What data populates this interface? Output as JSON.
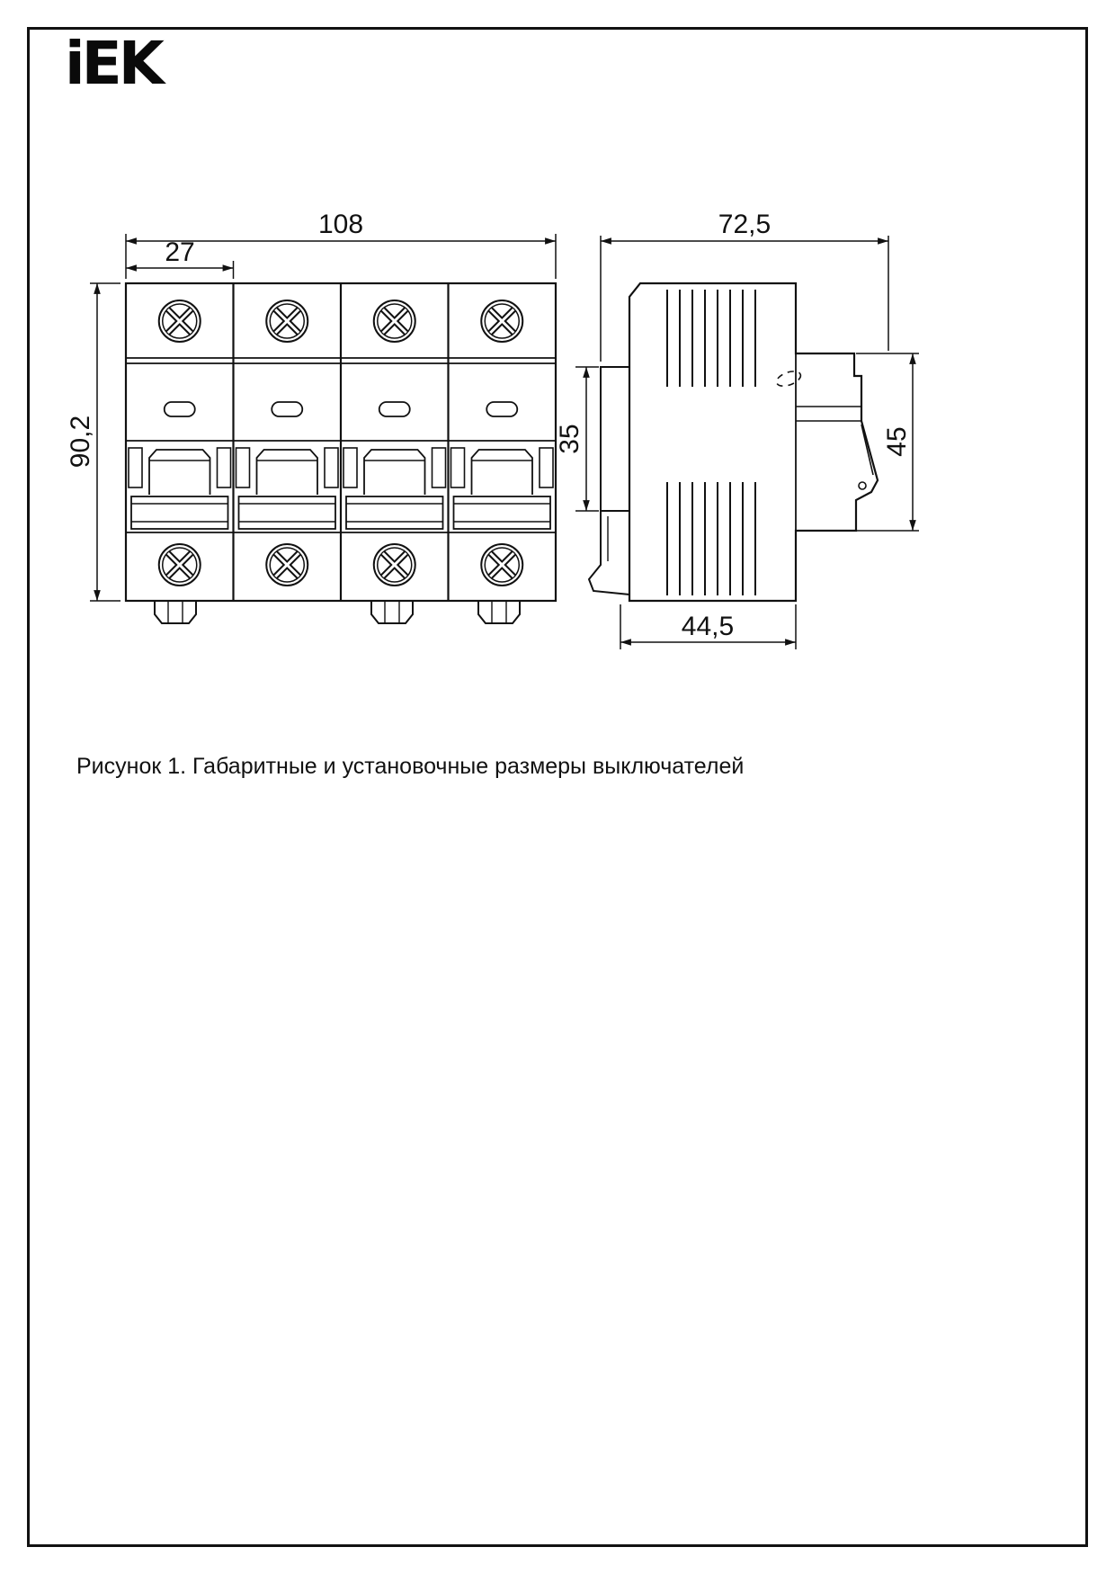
{
  "page": {
    "logo_text": "iEK",
    "caption": "Рисунок 1. Габаритные и установочные размеры выключателей"
  },
  "dimensions": {
    "front": {
      "total_width": "108",
      "module_width": "27",
      "total_height": "90,2"
    },
    "side": {
      "total_depth": "72,5",
      "din_rail_height": "35",
      "front_height": "45",
      "body_depth": "44,5"
    }
  }
}
